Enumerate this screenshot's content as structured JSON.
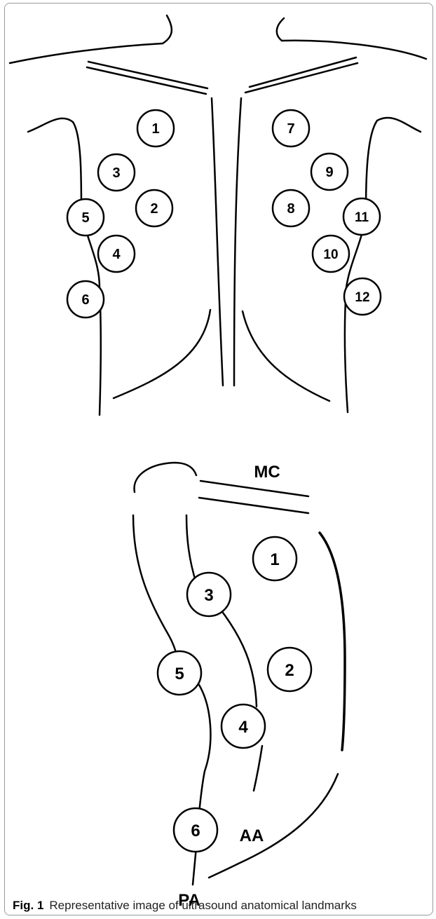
{
  "caption": {
    "label": "Fig. 1",
    "text": "Representative image of ultrasound anatomical landmarks"
  },
  "front_view": {
    "landmarks": [
      "1",
      "2",
      "3",
      "4",
      "5",
      "6",
      "7",
      "8",
      "9",
      "10",
      "11",
      "12"
    ]
  },
  "side_view": {
    "landmarks": [
      "1",
      "2",
      "3",
      "4",
      "5",
      "6"
    ],
    "labels": {
      "mc": "MC",
      "aa": "AA",
      "pa": "PA"
    }
  },
  "colors": {
    "stroke": "#000000",
    "frame": "#9a9a9a"
  }
}
